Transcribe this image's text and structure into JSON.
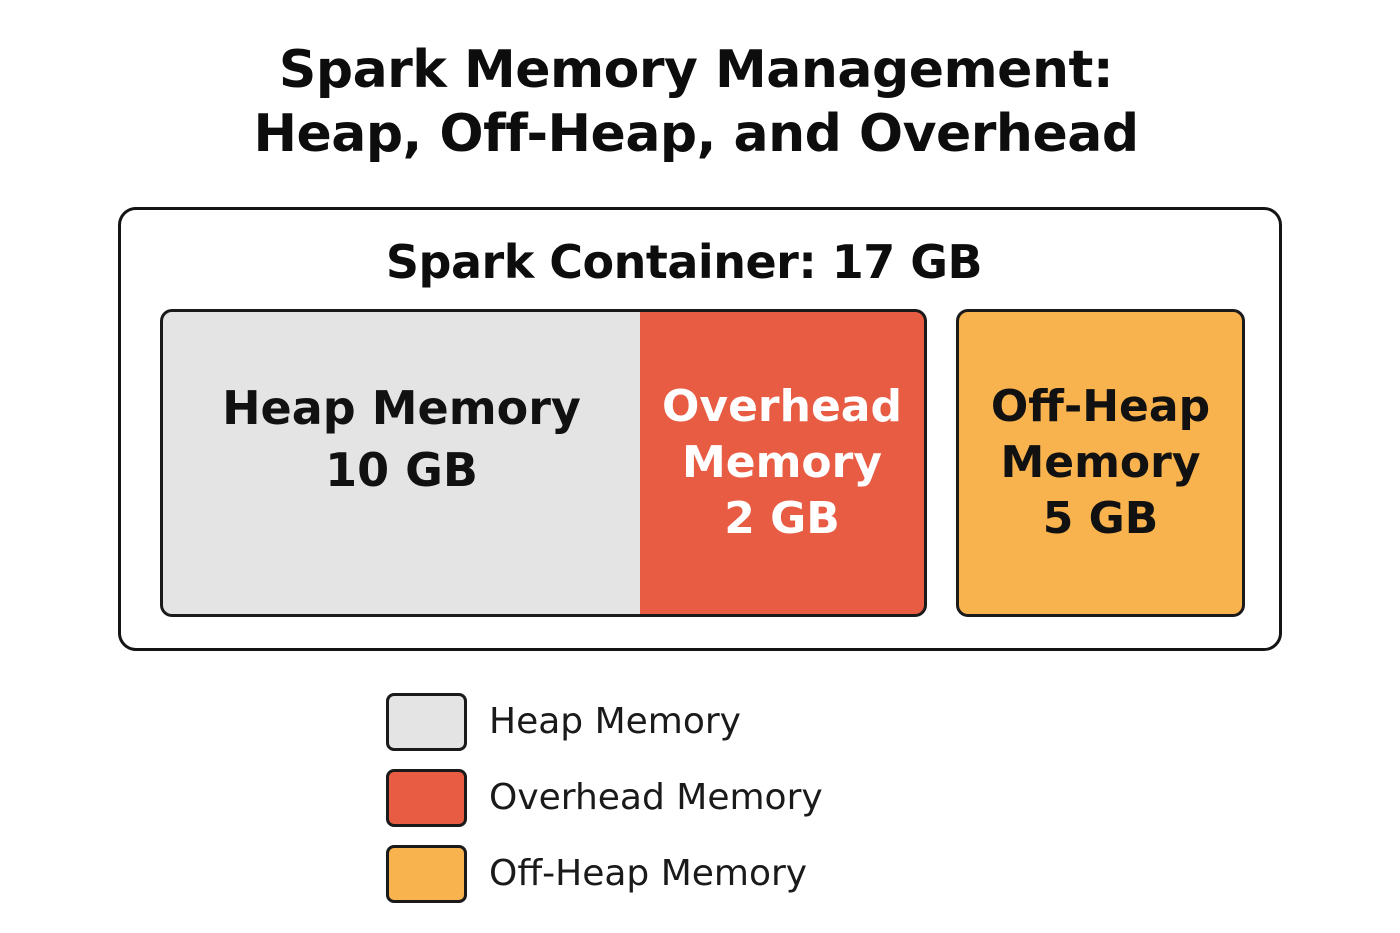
{
  "title": {
    "line1": "Spark Memory Management:",
    "line2": "Heap, Off-Heap, and Overhead"
  },
  "container": {
    "label": "Spark Container: 17 GB"
  },
  "blocks": {
    "heap": {
      "line1": "Heap Memory",
      "line2": "10 GB",
      "color": "#e4e4e4"
    },
    "overhead": {
      "line1": "Overhead",
      "line2": "Memory",
      "line3": "2 GB",
      "color": "#e85c44"
    },
    "offheap": {
      "line1": "Off-Heap",
      "line2": "Memory",
      "line3": "5 GB",
      "color": "#f8b24e"
    }
  },
  "legend": {
    "items": [
      {
        "label": "Heap Memory",
        "color": "#e4e4e4"
      },
      {
        "label": "Overhead Memory",
        "color": "#e85c44"
      },
      {
        "label": "Off-Heap Memory",
        "color": "#f8b24e"
      }
    ]
  }
}
